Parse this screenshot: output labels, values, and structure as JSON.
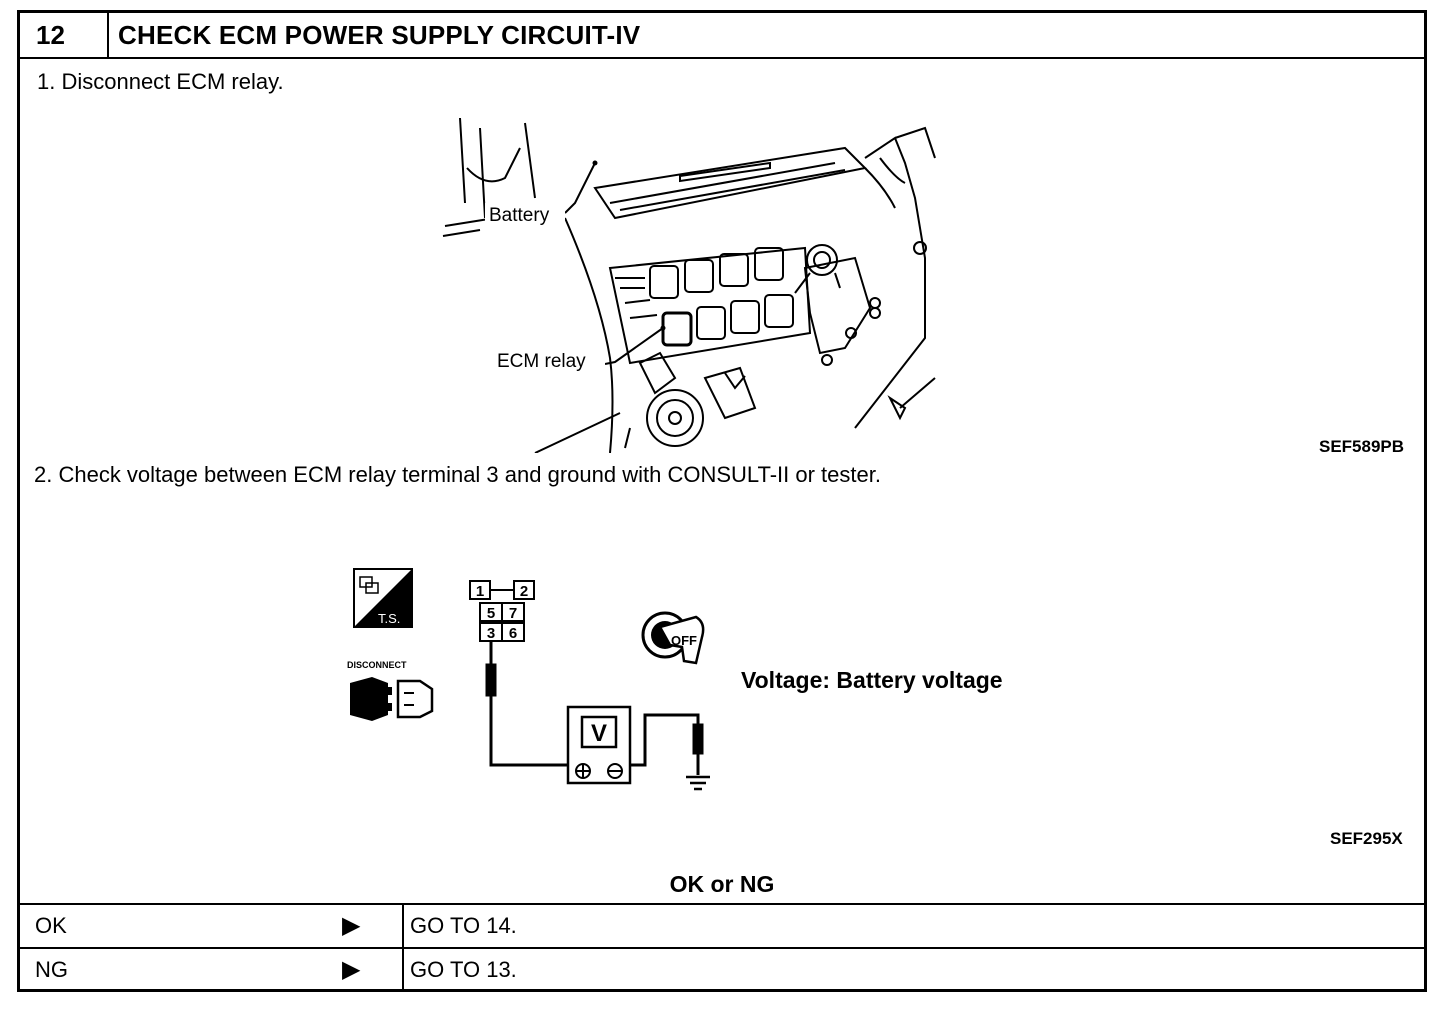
{
  "header": {
    "step_number": "12",
    "title": "CHECK ECM POWER SUPPLY CIRCUIT-IV"
  },
  "steps": [
    {
      "text": "1.  Disconnect ECM relay."
    },
    {
      "text": "2.  Check voltage between ECM relay terminal 3 and ground with CONSULT-II or tester."
    }
  ],
  "figure1": {
    "label_battery": "Battery",
    "label_ecm_relay": "ECM  relay",
    "code": "SEF589PB"
  },
  "figure2": {
    "ts_label": "T.S.",
    "disconnect_label": "DISCONNECT",
    "terminals": [
      "1",
      "2",
      "5",
      "7",
      "3",
      "6"
    ],
    "key_label": "OFF",
    "meter_label": "V",
    "voltage_spec": "Voltage: Battery voltage",
    "code": "SEF295X"
  },
  "result_prompt": "OK or NG",
  "results": [
    {
      "label": "OK",
      "arrow": "▶",
      "action": "GO TO 14."
    },
    {
      "label": "NG",
      "arrow": "▶",
      "action": "GO TO 13."
    }
  ]
}
